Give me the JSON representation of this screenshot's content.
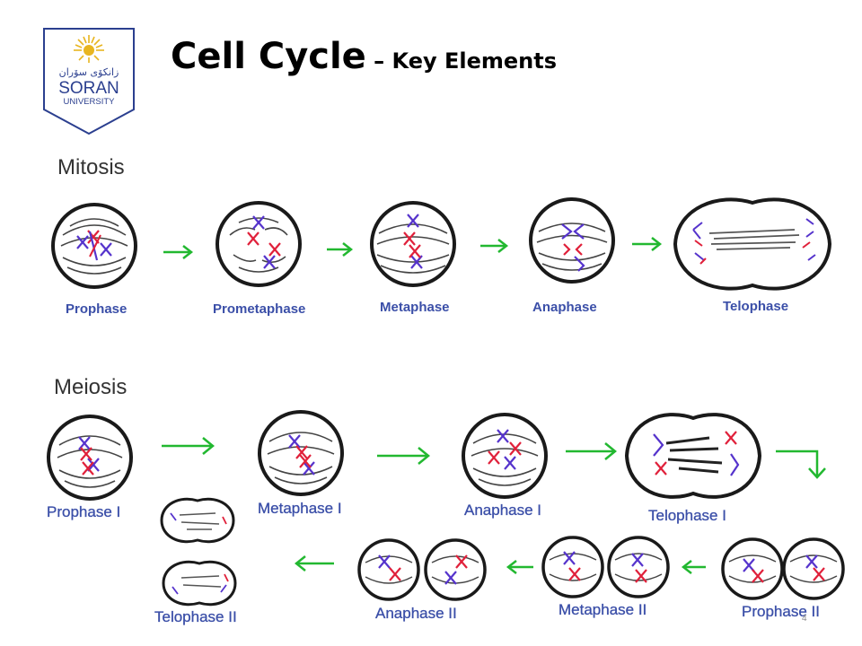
{
  "slide": {
    "title": "Cell Cycle",
    "title_suffix": " – Key Elements",
    "page_number": "4"
  },
  "logo": {
    "arabic_text": "زانكۆی سۆران",
    "name": "SORAN",
    "subtitle": "UNIVERSITY",
    "colors": {
      "border": "#2b3f8f",
      "sun": "#e8b520",
      "text": "#2b3f8f"
    }
  },
  "mitosis": {
    "title": "Mitosis",
    "stages": [
      "Prophase",
      "Prometaphase",
      "Metaphase",
      "Anaphase",
      "Telophase"
    ]
  },
  "meiosis": {
    "title": "Meiosis",
    "stages_row1": [
      "Prophase I",
      "Metaphase I",
      "Anaphase I",
      "Telophase I"
    ],
    "stages_row2": [
      "Prophase II",
      "Metaphase II",
      "Anaphase II",
      "Telophase II"
    ]
  },
  "colors": {
    "arrow": "#22b830",
    "label": "#3b4fa8",
    "chromosome_blue": "#5533cc",
    "chromosome_red": "#e0203a",
    "cell_outline": "#1a1a1a",
    "spindle": "#444444"
  }
}
